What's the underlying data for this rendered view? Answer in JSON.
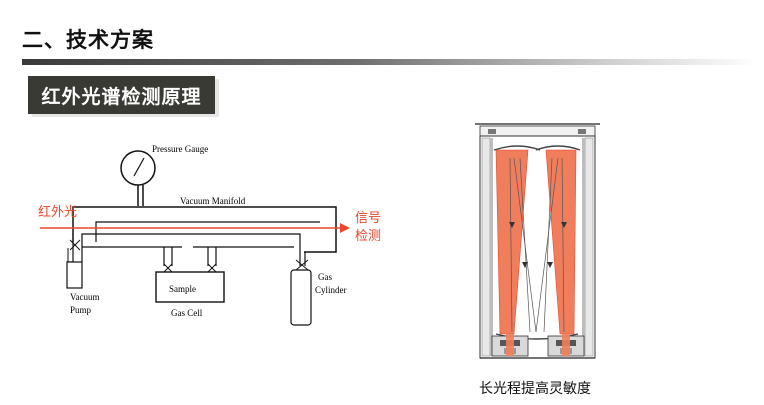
{
  "header": {
    "title": "二、技术方案"
  },
  "section": {
    "subtitle": "红外光谱检测原理"
  },
  "left_diagram": {
    "infrared_label": "红外光",
    "signal_label_line1": "信号",
    "signal_label_line2": "检测",
    "pressure_gauge": "Pressure Gauge",
    "vacuum_manifold": "Vacuum Manifold",
    "vacuum_pump_line1": "Vacuum",
    "vacuum_pump_line2": "Pump",
    "sample": "Sample",
    "gas_cell": "Gas Cell",
    "gas_cylinder_line1": "Gas",
    "gas_cylinder_line2": "Cylinder"
  },
  "right_diagram": {
    "caption": "长光程提高灵敏度"
  },
  "colors": {
    "beam_red": "#e8472a",
    "subtitle_bg": "#3a3a35",
    "beam_fill": "#f07e5c"
  }
}
